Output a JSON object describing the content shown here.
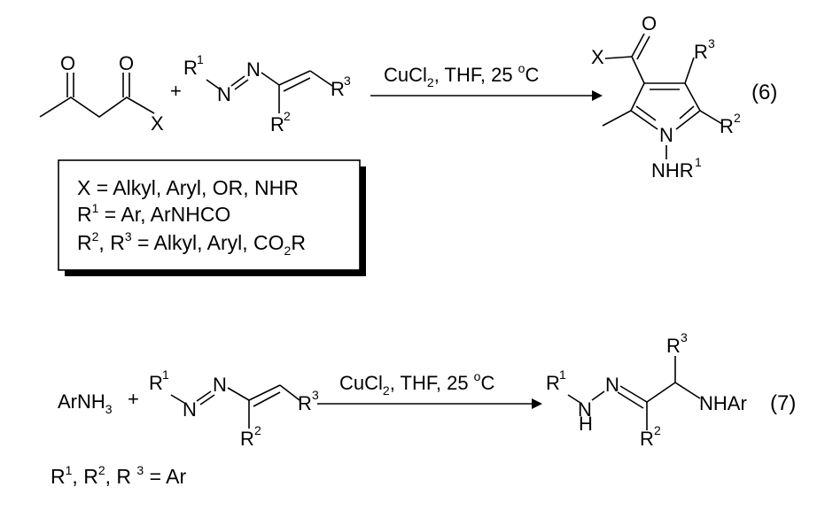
{
  "reaction6": {
    "number": "(6)",
    "plus": "+",
    "conditions": {
      "reagent_base": "CuCl",
      "reagent_sub": "2",
      "rest": ", THF, 25 ",
      "deg": "o",
      "unit": "C"
    },
    "atoms": {
      "o1": "O",
      "o2": "O",
      "x_left": "X",
      "r1": "R",
      "r1_sup": "1",
      "n1": "N",
      "n2": "N",
      "r3": "R",
      "r3_sup": "3",
      "r2": "R",
      "r2_sup": "2"
    },
    "product": {
      "x": "X",
      "o": "O",
      "r3": "R",
      "r3_sup": "3",
      "r2": "R",
      "r2_sup": "2",
      "n": "N",
      "nh": "NHR",
      "nh_sup": "1"
    },
    "legend": {
      "line1": "X = Alkyl, Aryl, OR, NHR",
      "line2_pre": "R",
      "line2_sup": "1",
      "line2_post": " = Ar, ArNHCO",
      "line3_a": "R",
      "line3_a_sup": "2",
      "line3_b": ", R",
      "line3_b_sup": "3",
      "line3_c": " = Alkyl, Aryl, CO",
      "line3_sub": "2",
      "line3_d": "R"
    }
  },
  "reaction7": {
    "number": "(7)",
    "plus": "+",
    "amine_base": "ArNH",
    "amine_sub": "3",
    "conditions": {
      "reagent_base": "CuCl",
      "reagent_sub": "2",
      "rest": ", THF, 25 ",
      "deg": "o",
      "unit": "C"
    },
    "atoms": {
      "r1": "R",
      "r1_sup": "1",
      "n1": "N",
      "n2": "N",
      "r3": "R",
      "r3_sup": "3",
      "r2": "R",
      "r2_sup": "2"
    },
    "product": {
      "r1": "R",
      "r1_sup": "1",
      "n1": "N",
      "h": "H",
      "n2": "N",
      "r3": "R",
      "r3_sup": "3",
      "r2": "R",
      "r2_sup": "2",
      "nhar": "NHAr"
    },
    "footnote": {
      "a": "R",
      "a_sup": "1",
      "b": ", R",
      "b_sup": "2",
      "c": ", R ",
      "c_sup": "3",
      "d": " = Ar"
    }
  }
}
